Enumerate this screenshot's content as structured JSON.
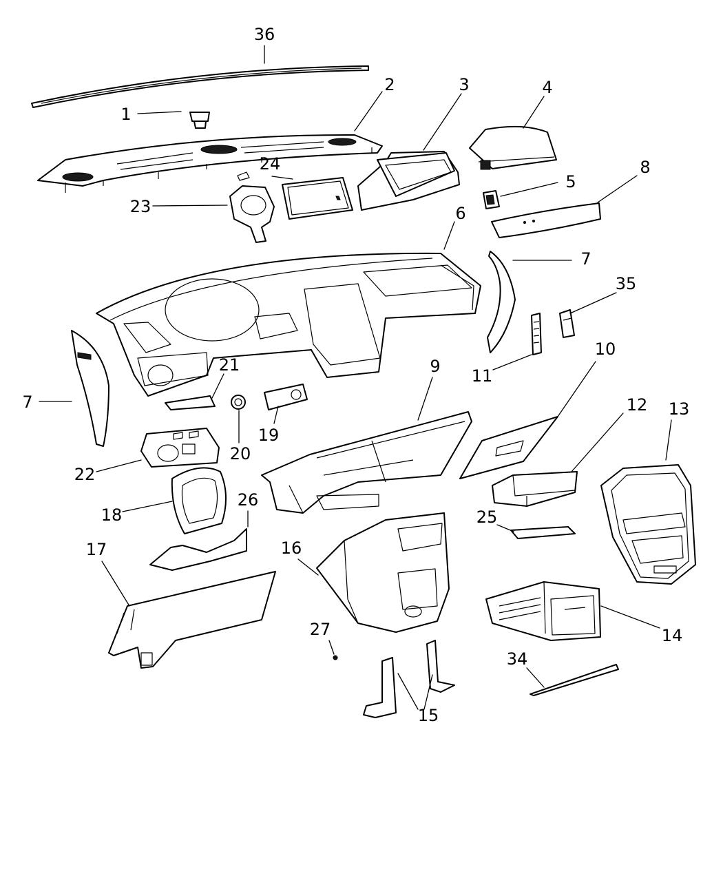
{
  "callouts": [
    {
      "id": "36",
      "text": "36"
    },
    {
      "id": "1",
      "text": "1"
    },
    {
      "id": "2",
      "text": "2"
    },
    {
      "id": "3",
      "text": "3"
    },
    {
      "id": "4",
      "text": "4"
    },
    {
      "id": "24",
      "text": "24"
    },
    {
      "id": "5",
      "text": "5"
    },
    {
      "id": "8",
      "text": "8"
    },
    {
      "id": "23",
      "text": "23"
    },
    {
      "id": "6",
      "text": "6"
    },
    {
      "id": "7a",
      "text": "7"
    },
    {
      "id": "35",
      "text": "35"
    },
    {
      "id": "10",
      "text": "10"
    },
    {
      "id": "21",
      "text": "21"
    },
    {
      "id": "9",
      "text": "9"
    },
    {
      "id": "11",
      "text": "11"
    },
    {
      "id": "7b",
      "text": "7"
    },
    {
      "id": "12",
      "text": "12"
    },
    {
      "id": "13",
      "text": "13"
    },
    {
      "id": "19",
      "text": "19"
    },
    {
      "id": "20",
      "text": "20"
    },
    {
      "id": "22",
      "text": "22"
    },
    {
      "id": "26",
      "text": "26"
    },
    {
      "id": "25",
      "text": "25"
    },
    {
      "id": "18",
      "text": "18"
    },
    {
      "id": "17",
      "text": "17"
    },
    {
      "id": "16",
      "text": "16"
    },
    {
      "id": "27",
      "text": "27"
    },
    {
      "id": "14",
      "text": "14"
    },
    {
      "id": "34",
      "text": "34"
    },
    {
      "id": "15",
      "text": "15"
    }
  ]
}
